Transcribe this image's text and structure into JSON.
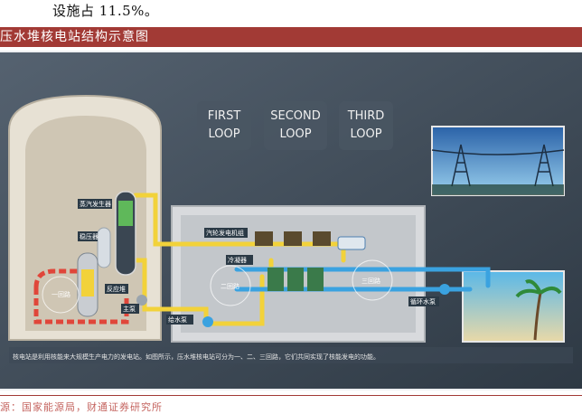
{
  "top_text": "设施占 11.5%。",
  "figure_title": "压水堆核电站结构示意图",
  "loops": [
    "FIRST\nLOOP",
    "SECOND\nLOOP",
    "THIRD\nLOOP"
  ],
  "labels": {
    "steam_generator": "蒸汽发生器",
    "pressurizer": "稳压器",
    "reactor_vessel": "反应堆",
    "primary_loop": "一回路",
    "main_pump": "主泵",
    "turbine_generator": "汽轮发电机组",
    "condenser": "冷凝器",
    "secondary_loop": "二回路",
    "third_loop": "三回路",
    "feed_pump": "给水泵",
    "circ_pump": "循环水泵"
  },
  "caption": "核电站是利用核能来大规模生产电力的发电站。如图所示，压水堆核电站可分为一、二、三回路，它们共同实现了核能发电的功能。",
  "source": "源：国家能源局，财通证券研究所",
  "colors": {
    "accent": "#a23a35",
    "panel": "#3d4a57",
    "yellow": "#f2d23a",
    "blue": "#3aa2e0",
    "red": "#e0463a"
  }
}
